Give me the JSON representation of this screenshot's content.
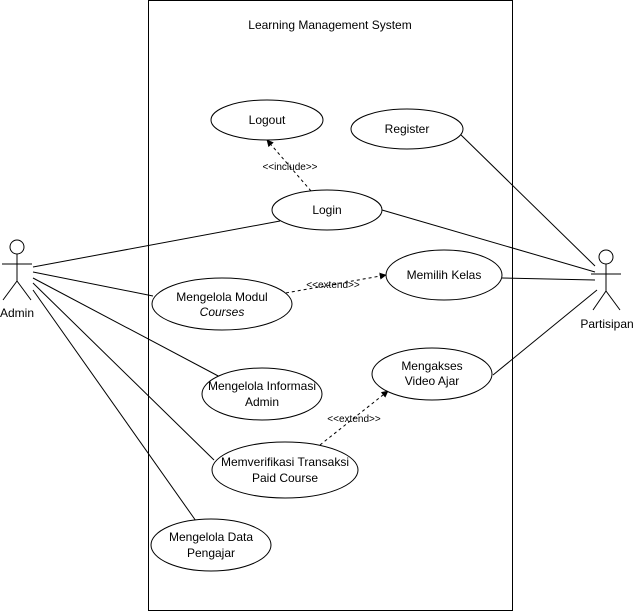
{
  "system": {
    "title": "Learning Management System"
  },
  "actors": {
    "admin": {
      "label": "Admin"
    },
    "participant": {
      "label": "Partisipan"
    }
  },
  "use_cases": {
    "logout": {
      "lines": [
        "Logout"
      ]
    },
    "register": {
      "lines": [
        "Register"
      ]
    },
    "login": {
      "lines": [
        "Login"
      ]
    },
    "manage_modules": {
      "lines": [
        "Mengelola Modul",
        "Courses"
      ]
    },
    "choose_class": {
      "lines": [
        "Memilih Kelas"
      ]
    },
    "access_video": {
      "lines": [
        "Mengakses",
        "Video Ajar"
      ]
    },
    "manage_admin_info": {
      "lines": [
        "Mengelola Informasi",
        "Admin"
      ]
    },
    "verify_transactions": {
      "lines": [
        "Memverifikasi Transaksi",
        "Paid Course"
      ]
    },
    "manage_teacher_data": {
      "lines": [
        "Mengelola Data",
        "Pengajar"
      ]
    }
  },
  "relations": {
    "include": "<<include>>",
    "extend_choose_class": "<<extend>>",
    "extend_access_video": "<<extend>>"
  }
}
